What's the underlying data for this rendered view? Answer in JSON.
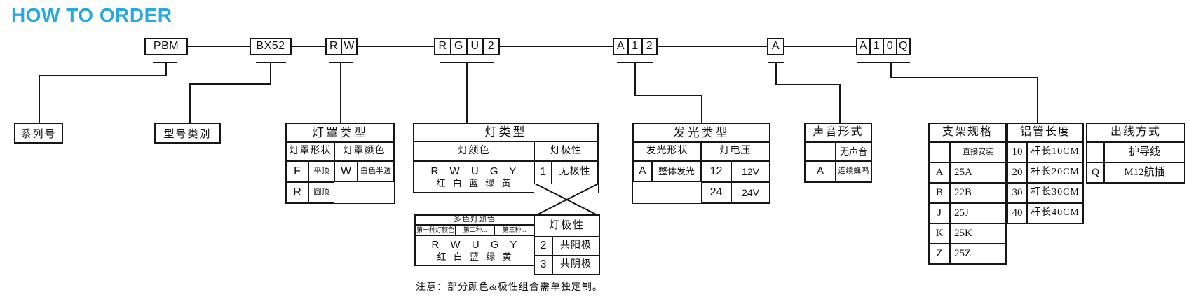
{
  "title": "HOW TO ORDER",
  "accent_color": "#29A9E2",
  "code_boxes": [
    {
      "name": "series",
      "cells": [
        "PBM"
      ]
    },
    {
      "name": "model",
      "cells": [
        "BX52"
      ]
    },
    {
      "name": "cover",
      "cells": [
        "R",
        "W"
      ]
    },
    {
      "name": "lamp",
      "cells": [
        "R",
        "G",
        "U",
        "2"
      ]
    },
    {
      "name": "emission",
      "cells": [
        "A",
        "1",
        "2"
      ]
    },
    {
      "name": "sound",
      "cells": [
        "A"
      ]
    },
    {
      "name": "mount",
      "cells": [
        "A",
        "1",
        "0",
        "Q"
      ]
    }
  ],
  "series_label": "系列号",
  "model_label": "型号类别",
  "cover_table": {
    "title": "灯罩类型",
    "shape_header": "灯罩形状",
    "color_header": "灯罩颜色",
    "shapes": [
      {
        "code": "F",
        "desc": "平顶"
      },
      {
        "code": "R",
        "desc": "圆顶"
      }
    ],
    "colors": [
      {
        "code": "W",
        "desc": "白色半透"
      }
    ]
  },
  "lamp_table": {
    "title": "灯类型",
    "color_header": "灯颜色",
    "polarity_header": "灯极性",
    "color_codes": "R W U G Y",
    "color_names": "红 白 蓝 绿 黄",
    "polarities": [
      {
        "code": "1",
        "desc": "无极性"
      }
    ]
  },
  "multicolor_table": {
    "title": "多色灯颜色",
    "sub_headers": [
      "第一种灯颜色",
      "第二种...",
      "第三种..."
    ],
    "color_codes": "R W U G Y",
    "color_names": "红 白 蓝 绿 黄",
    "polarity_header": "灯极性",
    "polarities": [
      {
        "code": "2",
        "desc": "共阳极"
      },
      {
        "code": "3",
        "desc": "共阴极"
      }
    ]
  },
  "emission_table": {
    "title": "发光类型",
    "shape_header": "发光形状",
    "voltage_header": "灯电压",
    "shapes": [
      {
        "code": "A",
        "desc": "整体发光"
      }
    ],
    "voltages": [
      {
        "code": "12",
        "desc": "12V"
      },
      {
        "code": "24",
        "desc": "24V"
      }
    ]
  },
  "sound_table": {
    "title": "声音形式",
    "rows": [
      {
        "code": "",
        "desc": "无声音"
      },
      {
        "code": "A",
        "desc": "连续蜂鸣"
      }
    ]
  },
  "bracket_table": {
    "title": "支架规格",
    "rows": [
      {
        "code": "",
        "desc": "直接安装"
      },
      {
        "code": "A",
        "desc": "25A"
      },
      {
        "code": "B",
        "desc": "22B"
      },
      {
        "code": "J",
        "desc": "25J"
      },
      {
        "code": "K",
        "desc": "25K"
      },
      {
        "code": "Z",
        "desc": "25Z"
      }
    ]
  },
  "tube_table": {
    "title": "铝管长度",
    "rows": [
      {
        "code": "10",
        "desc": "杆长10CM"
      },
      {
        "code": "20",
        "desc": "杆长20CM"
      },
      {
        "code": "30",
        "desc": "杆长30CM"
      },
      {
        "code": "40",
        "desc": "杆长40CM"
      }
    ]
  },
  "outlet_table": {
    "title": "出线方式",
    "rows": [
      {
        "code": "",
        "desc": "护导线"
      },
      {
        "code": "Q",
        "desc": "M12航插"
      }
    ]
  },
  "note": "注意：部分颜色&极性组合需单独定制。"
}
